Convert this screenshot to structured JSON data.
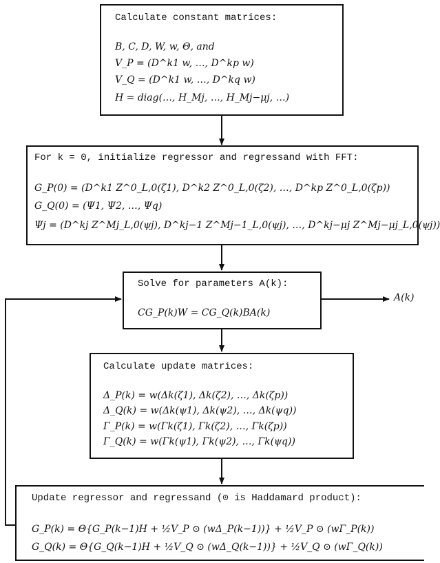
{
  "box1": {
    "title": "Calculate constant matrices:",
    "lines": [
      "B, C, D, W, w, Θ, and",
      "V_P = (D^k1 w, …, D^kp w)",
      "V_Q = (D^k1 w, …, D^kq w)",
      "H = diag(…, H_Mj, …, H_Mj−μj, …)"
    ]
  },
  "box2": {
    "title": "For k = 0, initialize regressor and regressand with FFT:",
    "lines": [
      "G_P(0) = (D^k1 Z^0_L,0(ζ1), D^k2 Z^0_L,0(ζ2), …, D^kp Z^0_L,0(ζp))",
      "G_Q(0) = (Ψ1, Ψ2, …, Ψq)",
      "Ψj = (D^kj Z^Mj_L,0(ψj), D^kj−1 Z^Mj−1_L,0(ψj), …, D^kj−μj Z^Mj−μj_L,0(ψj))"
    ]
  },
  "box3": {
    "title": "Solve for parameters A(k):",
    "lines": [
      "CG_P(k)W = CG_Q(k)BA(k)"
    ]
  },
  "output_label": "A(k)",
  "box4": {
    "title": "Calculate update matrices:",
    "lines": [
      "Δ_P(k) = w(Δk(ζ1), Δk(ζ2), …, Δk(ζp))",
      "Δ_Q(k) = w(Δk(ψ1), Δk(ψ2), …, Δk(ψq))",
      "Γ_P(k) = w(Γk(ζ1), Γk(ζ2), …, Γk(ζp))",
      "Γ_Q(k) = w(Γk(ψ1), Γk(ψ2), …, Γk(ψq))"
    ]
  },
  "box5": {
    "title": "Update regressor and regressand (⊙ is Haddamard product):",
    "lines": [
      "G_P(k) = Θ{G_P(k−1)H + ½V_P ⊙ (wΔ_P(k−1))} + ½V_P ⊙ (wΓ_P(k))",
      "G_Q(k) = Θ{G_Q(k−1)H + ½V_Q ⊙ (wΔ_Q(k−1))} + ½V_Q ⊙ (wΓ_Q(k))"
    ]
  }
}
